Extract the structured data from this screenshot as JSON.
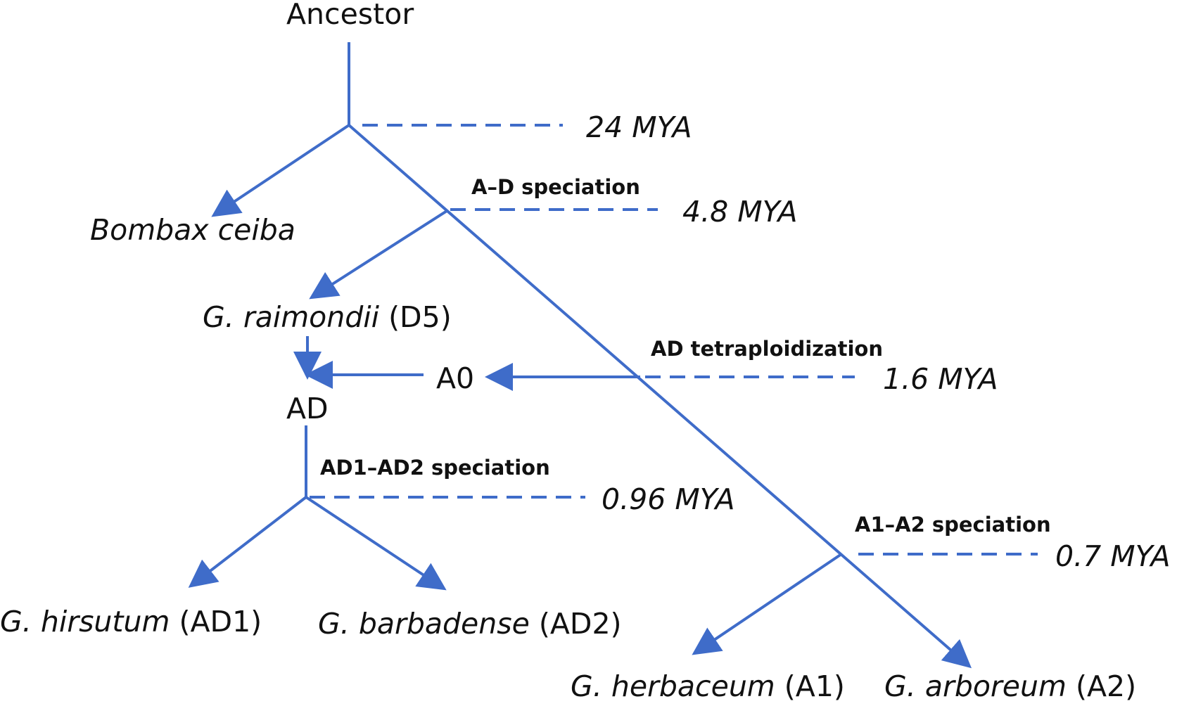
{
  "colors": {
    "branch": "#3f6cc9",
    "text": "#111111",
    "background": "#ffffff"
  },
  "nodes": {
    "ancestor": "Ancestor",
    "bombax": "Bombax ceiba",
    "raimondii_genus": "G. raimondii",
    "raimondii_code": " (D5)",
    "a0": "A0",
    "ad": "AD",
    "hirsutum_genus": "G. hirsutum",
    "hirsutum_code": " (AD1)",
    "barbadense_genus": "G. barbadense",
    "barbadense_code": " (AD2)",
    "herbaceum_genus": "G. herbaceum",
    "herbaceum_code": " (A1)",
    "arboreum_genus": "G. arboreum",
    "arboreum_code": " (A2)"
  },
  "events": {
    "ad_speciation": "A–D speciation",
    "ad_tetraploidization": "AD tetraploidization",
    "ad1_ad2_speciation": "AD1–AD2 speciation",
    "a1_a2_speciation": "A1–A2 speciation"
  },
  "times": {
    "root": "24 MYA",
    "ad_speciation": "4.8 MYA",
    "ad_tetraploidization": "1.6 MYA",
    "ad1_ad2_speciation": "0.96 MYA",
    "a1_a2_speciation": "0.7 MYA"
  }
}
